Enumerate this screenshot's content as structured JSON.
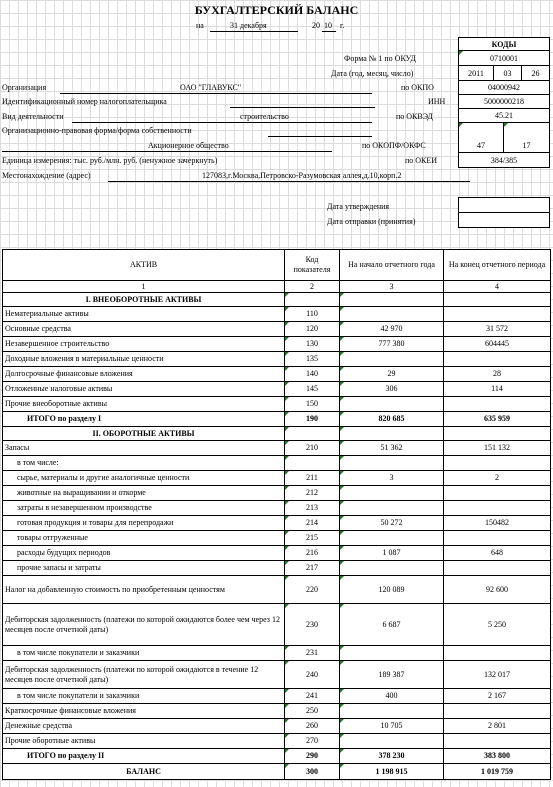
{
  "title": "БУХГАЛТЕРСКИЙ БАЛАНС",
  "date_line": {
    "prefix": "на",
    "day_month": "31 декабря",
    "year_prefix": "20",
    "year_suffix": "10",
    "g": "г."
  },
  "codes_header": "КОДЫ",
  "form_line": {
    "label": "Форма № 1 по ОКУД",
    "value": "0710001"
  },
  "date_row": {
    "label": "Дата (год, месяц, число)",
    "year": "2011",
    "month": "03",
    "day": "26"
  },
  "org": {
    "label": "Организация",
    "name": "ОАО \"ГЛАВУКС\"",
    "okpo_label": "по ОКПО",
    "okpo": "04000942"
  },
  "inn": {
    "label": "Идентификационный номер налогоплательщика",
    "code_label": "ИНН",
    "value": "5000000218"
  },
  "activity": {
    "label": "Вид деятельности",
    "value": "строительство",
    "code_label": "по ОКВЭД",
    "code": "45.21"
  },
  "legal_form": {
    "label": "Организационно-правовая форма/форма собственности",
    "value": "Акционерное общество",
    "code_label": "по ОКОПФ/ОКФС",
    "code1": "47",
    "code2": "17"
  },
  "units": {
    "label": "Единица измерения: тыс. руб./млн. руб. (ненужное зачеркнуть)",
    "code_label": "по ОКЕИ",
    "code": "384/385"
  },
  "address": {
    "label": "Местонахождение (адрес)",
    "value": "127083,г.Москва,Петровско-Разумовская аллея,д.10,корп.2"
  },
  "approval": {
    "approved_label": "Дата утверждения",
    "sent_label": "Дата отправки (принятия)"
  },
  "table": {
    "headers": [
      "АКТИВ",
      "Код показателя",
      "На начало отчетного года",
      "На конец отчетного периода"
    ],
    "col_numbers": [
      "1",
      "2",
      "3",
      "4"
    ],
    "rows": [
      {
        "type": "section",
        "name": "I. ВНЕОБОРОТНЫЕ АКТИВЫ",
        "code": "",
        "start": "",
        "end": ""
      },
      {
        "type": "item",
        "name": "Нематериальные активы",
        "code": "110",
        "start": "",
        "end": ""
      },
      {
        "type": "item",
        "name": "Основные средства",
        "code": "120",
        "start": "42 970",
        "end": "31 572"
      },
      {
        "type": "item",
        "name": "Незавершенное строительство",
        "code": "130",
        "start": "777 380",
        "end": "604445"
      },
      {
        "type": "item",
        "name": "Доходные вложения в материальные ценности",
        "code": "135",
        "start": "",
        "end": ""
      },
      {
        "type": "item",
        "name": "Долгосрочные финансовые вложения",
        "code": "140",
        "start": "29",
        "end": "28"
      },
      {
        "type": "item",
        "name": "Отложенные налоговые активы",
        "code": "145",
        "start": "306",
        "end": "114"
      },
      {
        "type": "item",
        "name": "Прочие внеоборотные активы",
        "code": "150",
        "start": "",
        "end": ""
      },
      {
        "type": "total",
        "name": "ИТОГО по разделу I",
        "code": "190",
        "start": "820 685",
        "end": "635 959"
      },
      {
        "type": "section",
        "name": "II. ОБОРОТНЫЕ АКТИВЫ",
        "code": "",
        "start": "",
        "end": ""
      },
      {
        "type": "item",
        "name": "Запасы",
        "code": "210",
        "start": "51 362",
        "end": "151 132"
      },
      {
        "type": "ind1",
        "name": "в том числе:",
        "code": "",
        "start": "",
        "end": ""
      },
      {
        "type": "ind1",
        "name": "сырье, материалы и другие аналогичные ценности",
        "code": "211",
        "start": "3",
        "end": "2"
      },
      {
        "type": "ind1",
        "name": "животные на выращивании и откорме",
        "code": "212",
        "start": "",
        "end": ""
      },
      {
        "type": "ind1",
        "name": "затраты в незавершенном производстве",
        "code": "213",
        "start": "",
        "end": ""
      },
      {
        "type": "ind1",
        "name": "готовая продукция и товары для перепродажи",
        "code": "214",
        "start": "50 272",
        "end": "150482"
      },
      {
        "type": "ind1",
        "name": "товары отгруженные",
        "code": "215",
        "start": "",
        "end": ""
      },
      {
        "type": "ind1",
        "name": "расходы будущих периодов",
        "code": "216",
        "start": "1 087",
        "end": "648"
      },
      {
        "type": "ind1",
        "name": "прочие запасы и затраты",
        "code": "217",
        "start": "",
        "end": ""
      },
      {
        "type": "item2",
        "name": "Налог на добавленную стоимость по приобретенным ценностям",
        "code": "220",
        "start": "120 089",
        "end": "92 600"
      },
      {
        "type": "item3",
        "name": "Дебиторская задолженность (платежи по которой ожидаются более чем через 12 месяцев после отчетной даты)",
        "code": "230",
        "start": "6 687",
        "end": "5 250"
      },
      {
        "type": "ind1",
        "name": "в том числе покупатели и заказчики",
        "code": "231",
        "start": "",
        "end": ""
      },
      {
        "type": "item2",
        "name": "Дебиторская задолженность (платежи по которой ожидаются в течение 12 месяцев после отчетной даты)",
        "code": "240",
        "start": "189 387",
        "end": "132 017"
      },
      {
        "type": "ind1",
        "name": "в том числе покупатели и заказчики",
        "code": "241",
        "start": "400",
        "end": "2 167"
      },
      {
        "type": "item",
        "name": "Краткосрочные финансовые вложения",
        "code": "250",
        "start": "",
        "end": ""
      },
      {
        "type": "item",
        "name": "Денежные средства",
        "code": "260",
        "start": "10 705",
        "end": "2 801"
      },
      {
        "type": "item",
        "name": "Прочие оборотные активы",
        "code": "270",
        "start": "",
        "end": ""
      },
      {
        "type": "total",
        "name": "ИТОГО по разделу II",
        "code": "290",
        "start": "378 230",
        "end": "383 800"
      },
      {
        "type": "balance",
        "name": "БАЛАНС",
        "code": "300",
        "start": "1 198 915",
        "end": "1 019 759"
      }
    ]
  }
}
